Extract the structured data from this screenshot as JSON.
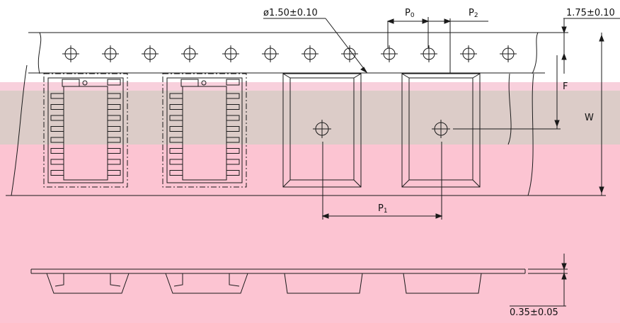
{
  "drawing": {
    "hole_diameter": "ø1.50±0.10",
    "edge_distance": "1.75±0.10",
    "pitch_p0": {
      "main": "P",
      "sub": "0"
    },
    "pitch_p2": {
      "main": "P",
      "sub": "2"
    },
    "pitch_p1": {
      "main": "P",
      "sub": "1"
    },
    "label_f": "F",
    "label_w": "W",
    "thickness": "0.35±0.05"
  },
  "colors": {
    "background": "#ffffff",
    "line": "#1a1a1a",
    "band_top": "#dcccc8",
    "band_bottom": "#fcc4d2",
    "stripe": "#f8d0dc"
  }
}
